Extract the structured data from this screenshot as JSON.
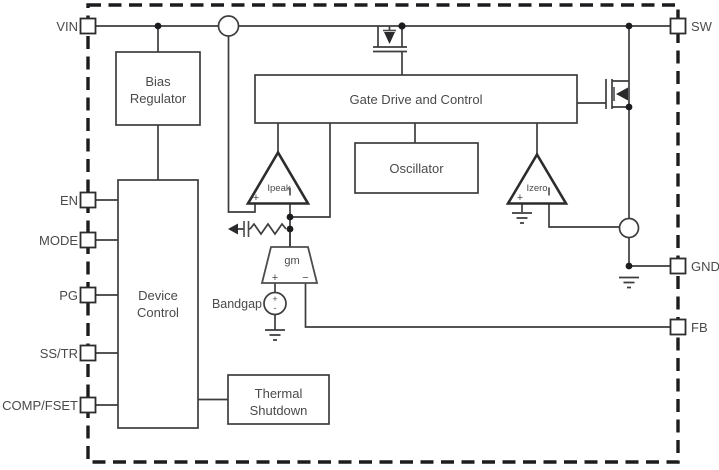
{
  "diagram": {
    "pins": {
      "left": [
        {
          "label": "VIN"
        },
        {
          "label": "EN"
        },
        {
          "label": "MODE"
        },
        {
          "label": "PG"
        },
        {
          "label": "SS/TR"
        },
        {
          "label": "COMP/FSET"
        }
      ],
      "right": [
        {
          "label": "SW"
        },
        {
          "label": "GND"
        },
        {
          "label": "FB"
        }
      ]
    },
    "blocks": {
      "bias_regulator": {
        "line1": "Bias",
        "line2": "Regulator"
      },
      "device_control": {
        "line1": "Device",
        "line2": "Control"
      },
      "gate_drive": {
        "label": "Gate Drive and Control"
      },
      "oscillator": {
        "label": "Oscillator"
      },
      "thermal_shutdown": {
        "line1": "Thermal",
        "line2": "Shutdown"
      }
    },
    "comparators": {
      "ipeak": {
        "label": "Ipeak",
        "plus": "+"
      },
      "izero": {
        "label": "Izero",
        "plus": "+"
      }
    },
    "error_amp": {
      "label": "gm",
      "plus": "+",
      "minus": "−"
    },
    "bandgap": {
      "label": "Bandgap",
      "plus": "+",
      "minus": "-"
    },
    "colors": {
      "line": "#3d3d3f",
      "text": "#4a4a4c",
      "border": "#1c1c1e",
      "background": "#ffffff"
    }
  }
}
